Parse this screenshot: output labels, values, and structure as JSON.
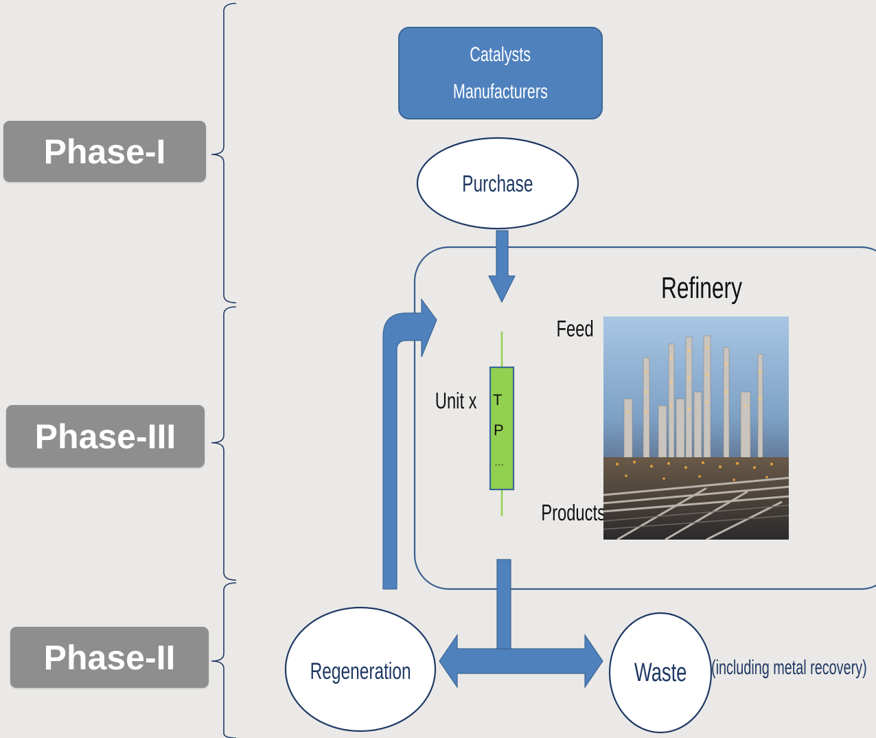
{
  "phases": {
    "phase1": "Phase-I",
    "phase3": "Phase-III",
    "phase2": "Phase-II"
  },
  "nodes": {
    "catalysts_line1": "Catalysts",
    "catalysts_line2": "Manufacturers",
    "purchase": "Purchase",
    "refinery": "Refinery",
    "feed": "Feed",
    "products": "Products",
    "unit": "Unit x",
    "unit_t": "T",
    "unit_p": "P",
    "unit_dots": "…",
    "regeneration": "Regeneration",
    "waste": "Waste",
    "waste_note": "(including metal recovery)"
  },
  "colors": {
    "background": "#eae9e7",
    "phase_box": "#8e8e8e",
    "accent_blue": "#4f81bd",
    "dark_outline": "#1f3864",
    "unit_green": "#92d050"
  },
  "icons": {
    "refinery_photo": "refinery-photo"
  }
}
